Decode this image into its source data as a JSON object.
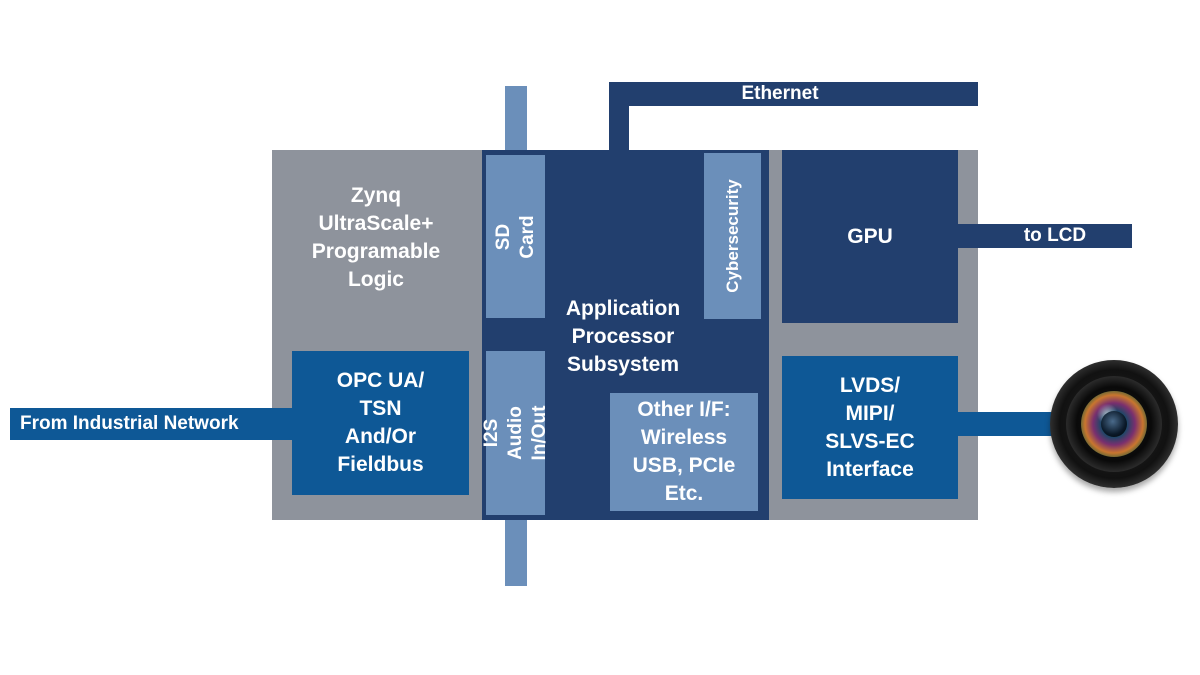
{
  "blocks": {
    "fpga_title": "Zynq\nUltraScale+\nProgramable\nLogic",
    "opc": "OPC UA/\nTSN\nAnd/Or\nFieldbus",
    "sd_card": "SD Card",
    "i2s": "I2S Audio\nIn/Out",
    "aps": "Application\nProcessor\nSubsystem",
    "cybersecurity": "Cybersecurity",
    "other_if": "Other I/F:\nWireless\nUSB, PCIe\nEtc.",
    "gpu": "GPU",
    "lvds": "LVDS/\nMIPI/\nSLVS-EC\nInterface"
  },
  "connections": {
    "industrial": "From Industrial Network",
    "ethernet": "Ethernet",
    "lcd": "to LCD"
  },
  "icons": {
    "camera": "camera-lens-icon"
  },
  "colors": {
    "grey": "#8e939c",
    "navy": "#223f6e",
    "blue": "#0e5896",
    "steel": "#6b8fba"
  }
}
